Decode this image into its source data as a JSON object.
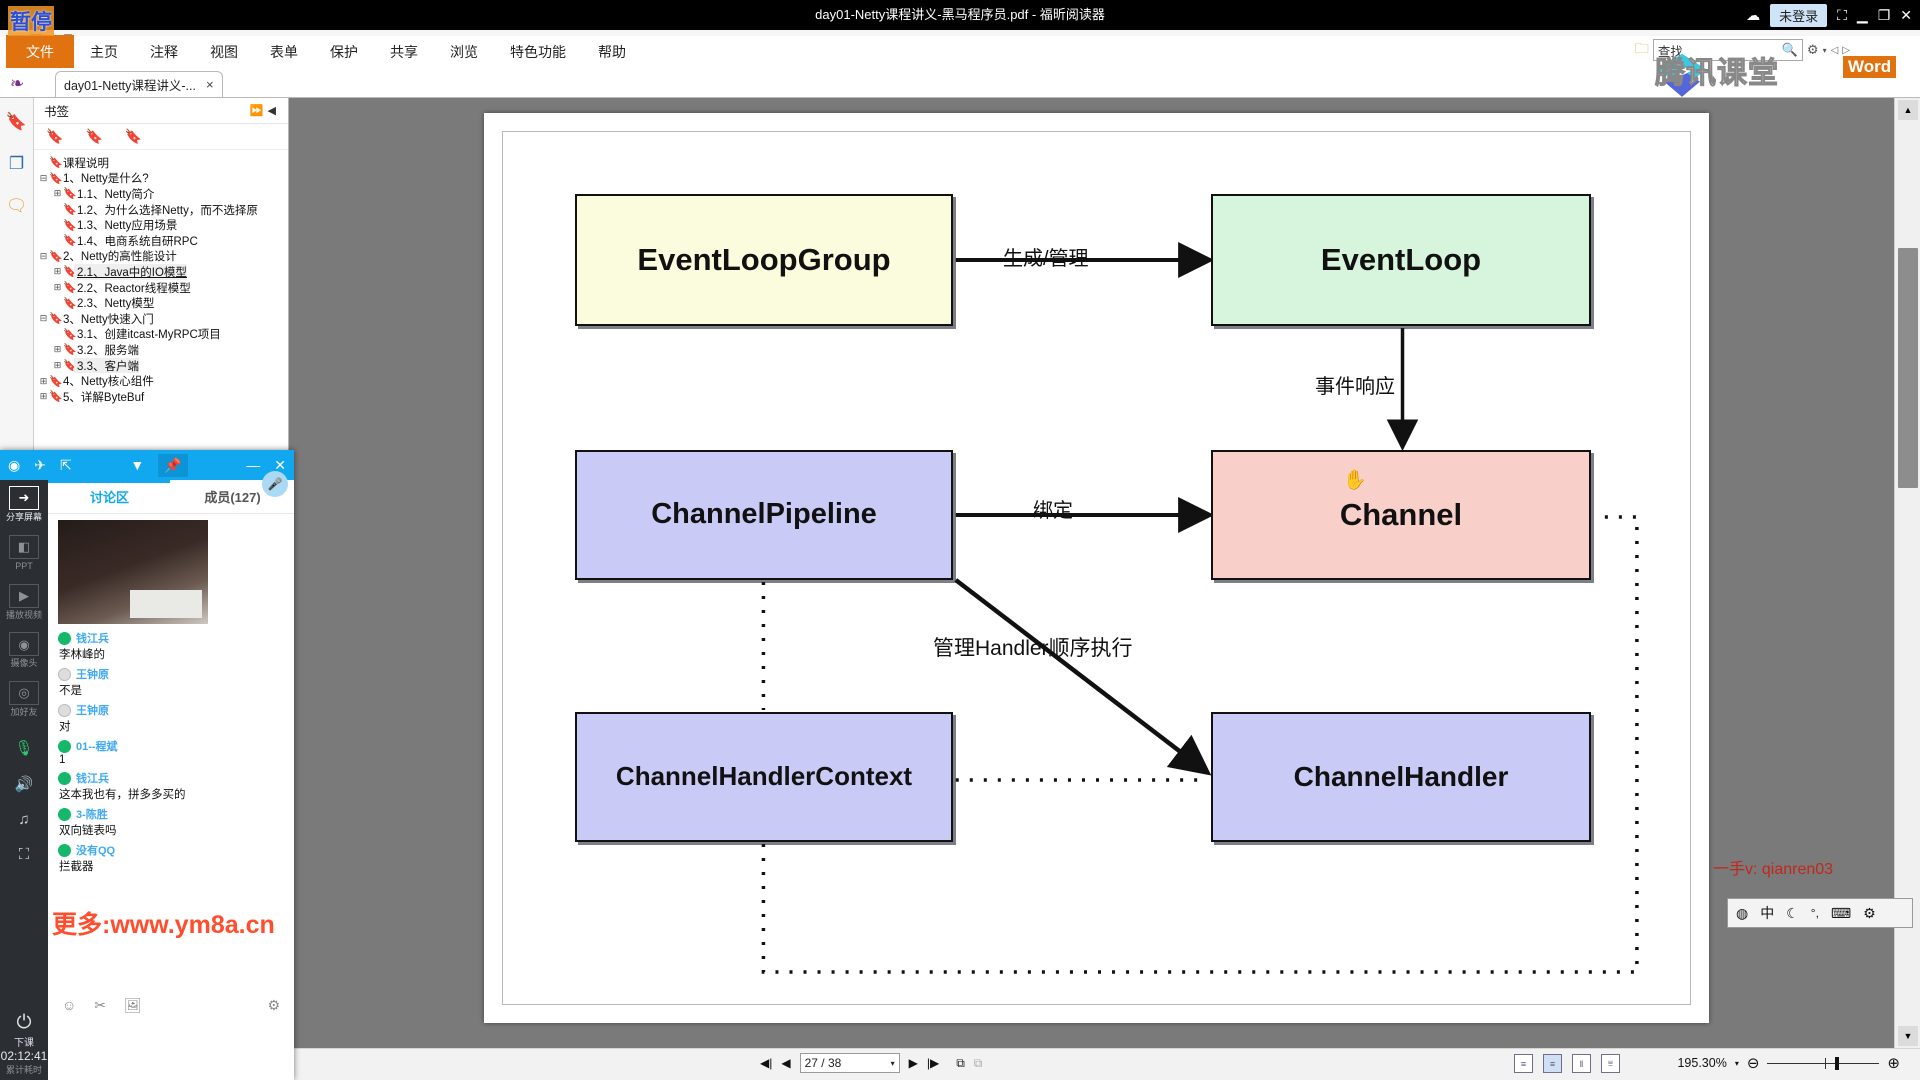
{
  "window": {
    "title": "day01-Netty课程讲义-黑马程序员.pdf - 福昕阅读器",
    "login_label": "未登录",
    "icons": {
      "cloud": "cloud-icon",
      "grid": "grid-icon",
      "minimize": "minimize-icon",
      "restore": "restore-icon",
      "close": "close-icon"
    }
  },
  "quick_toolbar": {
    "items": [
      {
        "name": "save-icon",
        "glyph": "🖫"
      },
      {
        "name": "print-icon",
        "glyph": "🖶"
      },
      {
        "name": "email-icon",
        "glyph": "✉"
      },
      {
        "name": "new-doc-icon",
        "glyph": "❊"
      },
      {
        "name": "undo-icon",
        "glyph": "↶"
      },
      {
        "name": "redo-icon",
        "glyph": "↷"
      },
      {
        "name": "hand-tool-icon",
        "glyph": "☝"
      },
      {
        "name": "customize-icon",
        "glyph": "▾"
      }
    ]
  },
  "ribbon": {
    "file_label": "文件",
    "items": [
      "主页",
      "注释",
      "视图",
      "表单",
      "保护",
      "共享",
      "浏览",
      "特色功能",
      "帮助"
    ]
  },
  "search": {
    "placeholder": "查找"
  },
  "document_tab": {
    "label": "day01-Netty课程讲义-...",
    "close": "×"
  },
  "left_rail": {
    "items": [
      {
        "name": "bookmark-panel-icon",
        "glyph": "🔖"
      },
      {
        "name": "pages-panel-icon",
        "glyph": "❐"
      },
      {
        "name": "comments-panel-icon",
        "glyph": "🗨"
      }
    ]
  },
  "bookmarks": {
    "header": "书签",
    "tools": [
      {
        "name": "delete-bookmark-icon",
        "glyph": "⊗"
      },
      {
        "name": "add-bookmark-icon",
        "glyph": "⊕"
      },
      {
        "name": "goto-bookmark-icon",
        "glyph": "⊙"
      }
    ],
    "items": [
      {
        "label": "课程说明",
        "indent": 0,
        "expander": "",
        "state": ""
      },
      {
        "label": "1、Netty是什么?",
        "indent": 0,
        "expander": "-",
        "state": ""
      },
      {
        "label": "1.1、Netty简介",
        "indent": 1,
        "expander": "+",
        "state": ""
      },
      {
        "label": "1.2、为什么选择Netty，而不选择原",
        "indent": 1,
        "expander": "",
        "state": ""
      },
      {
        "label": "1.3、Netty应用场景",
        "indent": 1,
        "expander": "",
        "state": ""
      },
      {
        "label": "1.4、电商系统自研RPC",
        "indent": 1,
        "expander": "",
        "state": ""
      },
      {
        "label": "2、Netty的高性能设计",
        "indent": 0,
        "expander": "-",
        "state": ""
      },
      {
        "label": "2.1、Java中的IO模型",
        "indent": 1,
        "expander": "+",
        "state": "active"
      },
      {
        "label": "2.2、Reactor线程模型",
        "indent": 1,
        "expander": "+",
        "state": ""
      },
      {
        "label": "2.3、Netty模型",
        "indent": 1,
        "expander": "",
        "state": ""
      },
      {
        "label": "3、Netty快速入门",
        "indent": 0,
        "expander": "-",
        "state": ""
      },
      {
        "label": "3.1、创建itcast-MyRPC项目",
        "indent": 1,
        "expander": "",
        "state": ""
      },
      {
        "label": "3.2、服务端",
        "indent": 1,
        "expander": "+",
        "state": ""
      },
      {
        "label": "3.3、客户端",
        "indent": 1,
        "expander": "+",
        "state": "selected"
      },
      {
        "label": "4、Netty核心组件",
        "indent": 0,
        "expander": "+",
        "state": ""
      },
      {
        "label": "5、详解ByteBuf",
        "indent": 0,
        "expander": "+",
        "state": ""
      }
    ]
  },
  "diagram": {
    "nodes": [
      {
        "id": "eventloopgroup",
        "label": "EventLoopGroup",
        "color": "#fbfbdd"
      },
      {
        "id": "eventloop",
        "label": "EventLoop",
        "color": "#d7f5dd"
      },
      {
        "id": "channelpipeline",
        "label": "ChannelPipeline",
        "color": "#c9cbf6"
      },
      {
        "id": "channel",
        "label": "Channel",
        "color": "#f8cfc9"
      },
      {
        "id": "channelhandlercontext",
        "label": "ChannelHandlerContext",
        "color": "#c9cbf6"
      },
      {
        "id": "channelhandler",
        "label": "ChannelHandler",
        "color": "#c9cbf6"
      }
    ],
    "edges": [
      {
        "from": "eventloopgroup",
        "to": "eventloop",
        "label": "生成/管理"
      },
      {
        "from": "eventloop",
        "to": "channel",
        "label": "事件响应"
      },
      {
        "from": "channelpipeline",
        "to": "channel",
        "label": "绑定"
      },
      {
        "from": "channelpipeline",
        "to": "channelhandler",
        "label": "管理Handler顺序执行"
      },
      {
        "from": "channelhandlercontext",
        "to": "channelhandler",
        "label": ""
      },
      {
        "from": "channelhandlercontext",
        "to": "channel",
        "label": ""
      }
    ]
  },
  "status_bar": {
    "page_value": "27 / 38",
    "nav": {
      "first": "first-page-icon",
      "prev": "prev-page-icon",
      "next": "next-page-icon",
      "last": "last-page-icon",
      "fit": "fit-page-icon",
      "rotate": "rotate-view-icon"
    },
    "view_modes": [
      "single-page-view",
      "continuous-view",
      "two-page-view",
      "two-page-continuous-view"
    ],
    "zoom_level": "195.30%",
    "zoom_out": "−",
    "zoom_in": "+"
  },
  "chat": {
    "titlebar_icons": [
      "settings-icon",
      "airplane-icon",
      "share-icon",
      "dropdown-icon",
      "pin-icon",
      "minimize-icon",
      "close-icon"
    ],
    "tabs": [
      {
        "label": "讨论区",
        "active": true
      },
      {
        "label": "成员(127)",
        "active": false
      }
    ],
    "rail": [
      {
        "label": "分享屏幕",
        "icon": "share-screen-icon",
        "active": true
      },
      {
        "label": "PPT",
        "icon": "ppt-icon",
        "active": false
      },
      {
        "label": "播放视频",
        "icon": "play-video-icon",
        "active": false
      },
      {
        "label": "摄像头",
        "icon": "camera-icon",
        "active": false
      },
      {
        "label": "加好友",
        "icon": "add-friend-icon",
        "active": false
      }
    ],
    "rail_plain": [
      {
        "icon": "microphone-icon",
        "glyph": "🎙"
      },
      {
        "icon": "speaker-icon",
        "glyph": "🔊"
      },
      {
        "icon": "music-icon",
        "glyph": "♫"
      },
      {
        "icon": "fullscreen-icon",
        "glyph": "⛶"
      }
    ],
    "rail_bottom": {
      "icon": "end-class-icon",
      "label": "下课",
      "timer": "02:12:41",
      "sub": "累计耗时"
    },
    "messages": [
      {
        "nick": "钱江兵",
        "body": "李林峰的",
        "avatar": "green"
      },
      {
        "nick": "王钟原",
        "body": "不是",
        "avatar": "grey"
      },
      {
        "nick": "王钟原",
        "body": "对",
        "avatar": "grey"
      },
      {
        "nick": "01--程斌",
        "body": "1",
        "avatar": "green"
      },
      {
        "nick": "钱江兵",
        "body": "这本我也有，拼多多买的",
        "avatar": "green"
      },
      {
        "nick": "3-陈胜",
        "body": "双向链表吗",
        "avatar": "green"
      },
      {
        "nick": "没有QQ",
        "body": "拦截器",
        "avatar": "green"
      }
    ],
    "input_toolbar": [
      {
        "icon": "emoji-icon",
        "glyph": "☺"
      },
      {
        "icon": "scissors-icon",
        "glyph": "✂"
      },
      {
        "icon": "image-icon",
        "glyph": "🖼"
      },
      {
        "icon": "settings-gear-icon",
        "glyph": "⚙"
      }
    ]
  },
  "overlays": {
    "pause_label": "暂停",
    "tencent_watermark": "腾讯课堂",
    "word_badge": "Word",
    "ym8a_watermark": "更多:www.ym8a.cn",
    "qianren_watermark": "一手v: qianren03"
  },
  "ime": {
    "items": [
      {
        "icon": "ime-logo-icon",
        "glyph": "◍"
      },
      {
        "icon": "chinese-mode-icon",
        "glyph": "中"
      },
      {
        "icon": "moon-icon",
        "glyph": "☾"
      },
      {
        "icon": "punctuation-icon",
        "glyph": "°,"
      },
      {
        "icon": "keyboard-icon",
        "glyph": "⌨"
      },
      {
        "icon": "ime-settings-icon",
        "glyph": "⚙"
      }
    ]
  },
  "colors": {
    "accent_orange": "#e0730f",
    "chat_blue": "#12a8f0",
    "link_blue": "#3fa9f5",
    "watermark_red": "#ff4422"
  }
}
